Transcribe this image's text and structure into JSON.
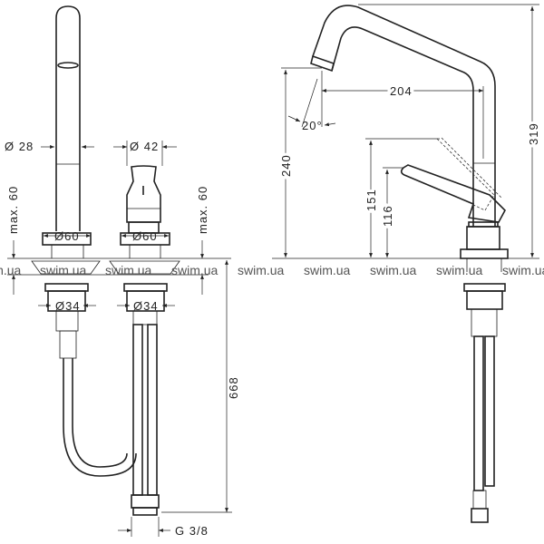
{
  "watermark": [
    "swim.ua",
    "swim.ua",
    "swim.ua",
    "swim.ua",
    "swim.ua",
    "swim.ua",
    "swim.ua",
    "swim.ua",
    "swim.ua"
  ],
  "dimensions": {
    "spout_diameter": "Ø 28",
    "handle_diameter": "Ø 42",
    "max_thickness_left": "max. 60",
    "max_thickness_right": "max. 60",
    "base_left": "Ø60",
    "base_mid": "Ø60",
    "hole_left": "Ø34",
    "hole_mid": "Ø34",
    "hose_length": "668",
    "thread": "G 3/8",
    "reach": "204",
    "angle": "20°",
    "outlet_height": "240",
    "lever_high": "151",
    "lever_low": "116",
    "total_height": "319"
  }
}
